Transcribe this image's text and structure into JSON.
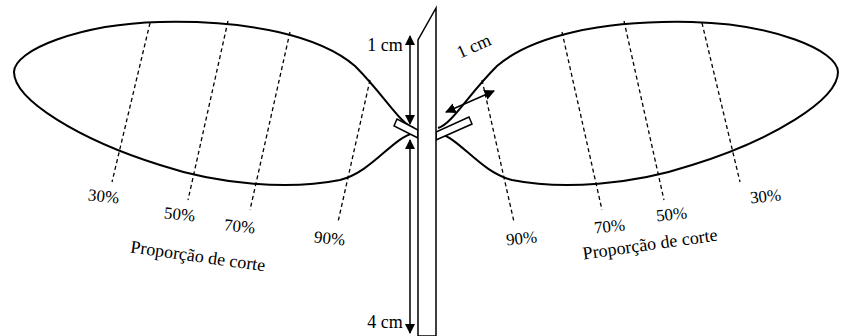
{
  "diagram": {
    "labels": [
      "1 cm",
      "1 cm",
      "4 cm",
      "30%",
      "50%",
      "70%",
      "90%",
      "Proporção de corte",
      "90%",
      "70%",
      "50%",
      "30%",
      "Proporção de corte"
    ]
  }
}
